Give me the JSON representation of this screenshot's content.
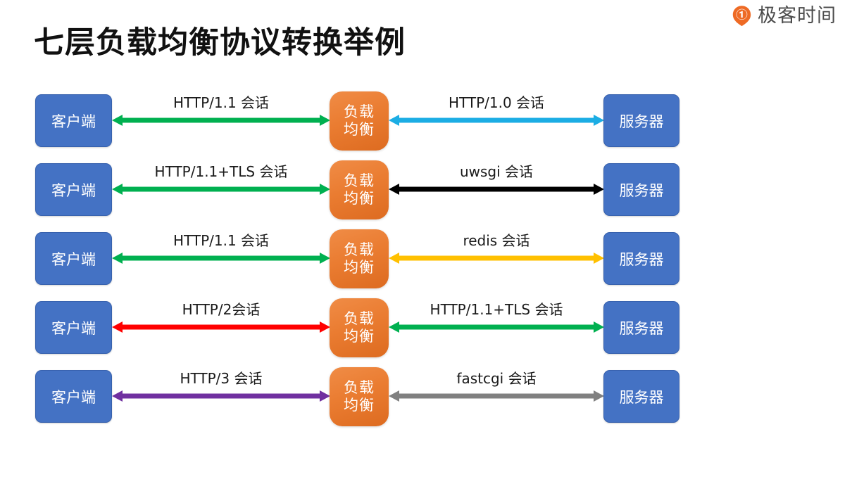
{
  "brand": {
    "logo_icon": "geekbang-logo-icon",
    "name": "极客时间",
    "mark_color": "#ee6a24",
    "text_color": "#4b4b4b"
  },
  "title": "七层负载均衡协议转换举例",
  "colors": {
    "client_box": "#4472C4",
    "server_box": "#4472C4",
    "load_balancer_box": "#ED7D31",
    "label_text": "#1A1A1A"
  },
  "nodes": {
    "client_label": "客户端",
    "load_balancer_label_line1": "负载",
    "load_balancer_label_line2": "均衡",
    "server_label": "服务器"
  },
  "rows": [
    {
      "left": {
        "label": "HTTP/1.1 会话",
        "color": "#00b050",
        "direction": "both"
      },
      "right": {
        "label": "HTTP/1.0 会话",
        "color": "#1cade4",
        "direction": "both"
      }
    },
    {
      "left": {
        "label": "HTTP/1.1+TLS 会话",
        "color": "#00b050",
        "direction": "both"
      },
      "right": {
        "label": "uwsgi 会话",
        "color": "#151b४4",
        "direction": "both"
      }
    },
    {
      "left": {
        "label": "HTTP/1.1 会话",
        "color": "#00b050",
        "direction": "both"
      },
      "right": {
        "label": "redis 会话",
        "color": "#ffc000",
        "direction": "both"
      }
    },
    {
      "left": {
        "label": "HTTP/2会话",
        "color": "#ff0000",
        "direction": "both"
      },
      "right": {
        "label": "HTTP/1.1+TLS 会话",
        "color": "#00b050",
        "direction": "both"
      }
    },
    {
      "left": {
        "label": "HTTP/3 会话",
        "color": "#7030a0",
        "direction": "both"
      },
      "right": {
        "label": "fastcgi 会话",
        "color": "#808080",
        "direction": "both"
      }
    }
  ]
}
